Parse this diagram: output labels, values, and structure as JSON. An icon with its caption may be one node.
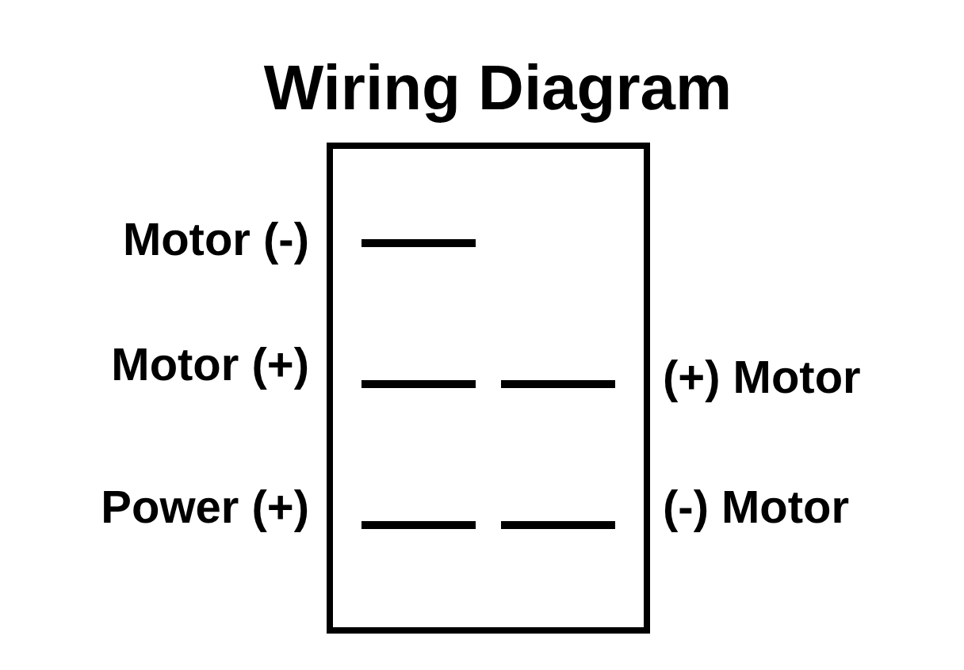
{
  "diagram": {
    "title": "Wiring Diagram",
    "labels": [
      "Motor (-)",
      "Motor (+)",
      "(+) Motor",
      "Power (+)",
      "(-) Motor"
    ]
  }
}
